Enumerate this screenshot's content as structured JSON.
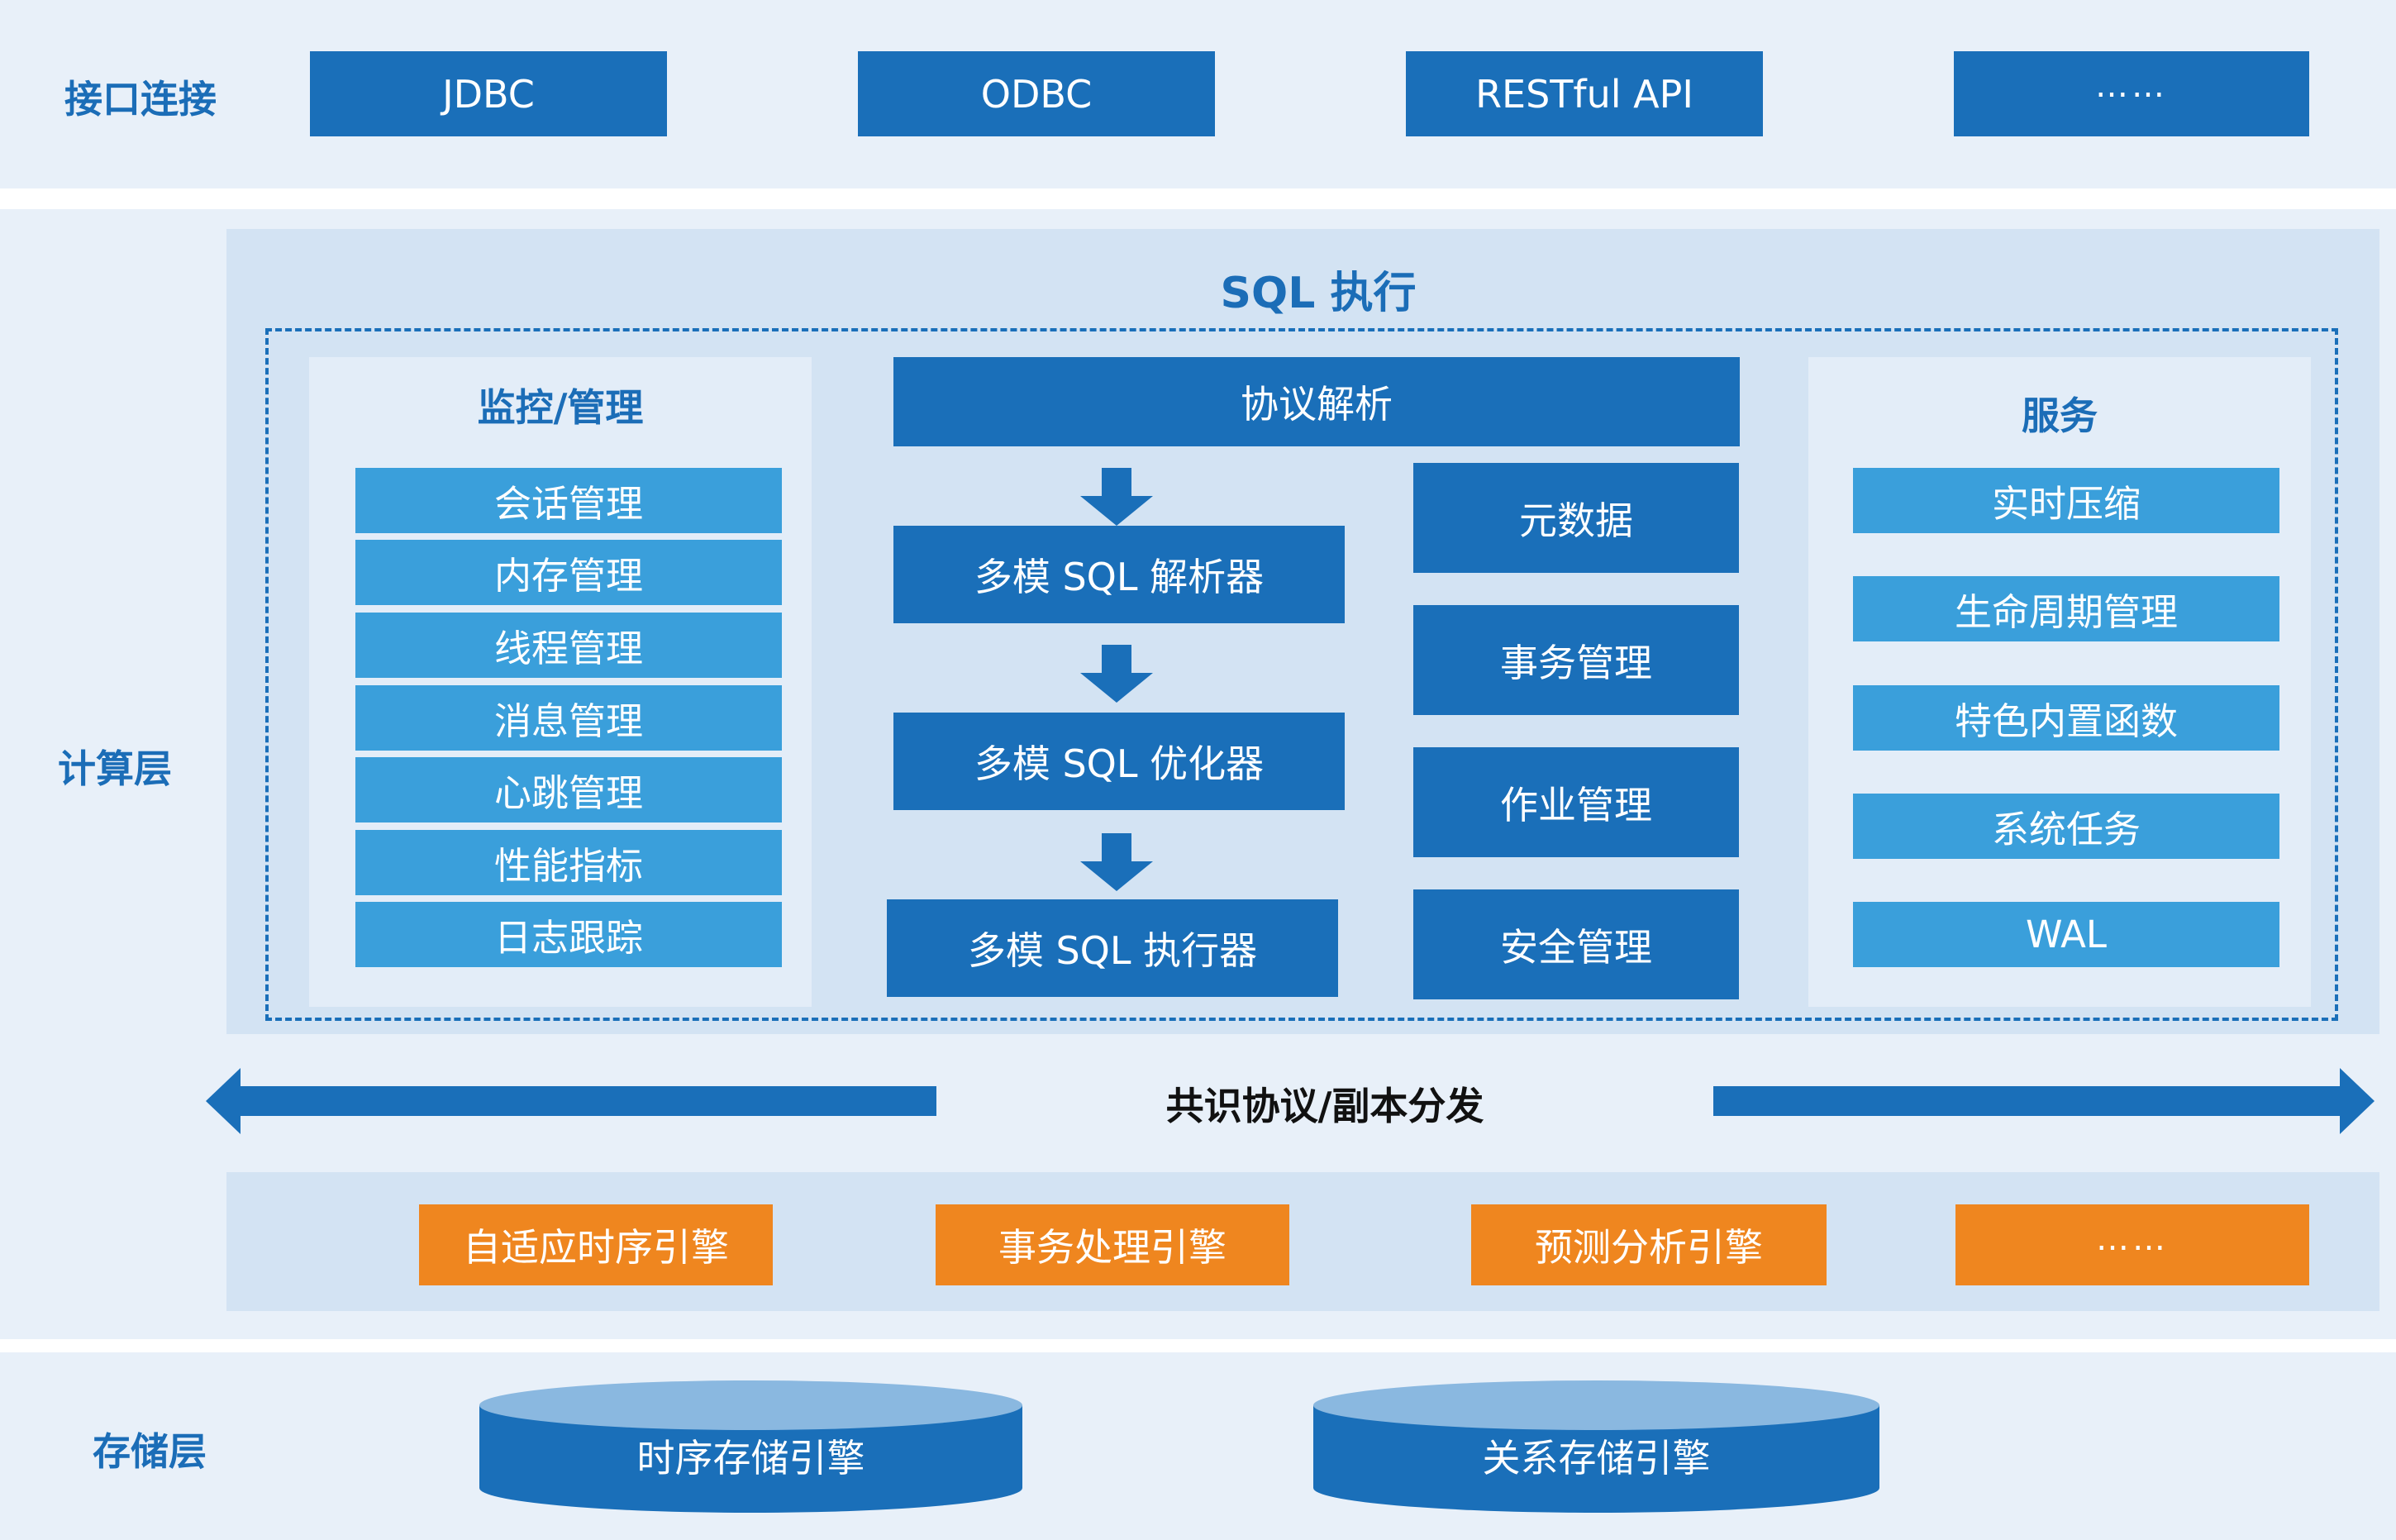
{
  "layers": {
    "interface": "接口连接",
    "compute": "计算层",
    "storage": "存储层"
  },
  "interface_items": [
    "JDBC",
    "ODBC",
    "RESTful API",
    "……"
  ],
  "sql_exec": {
    "title": "SQL 执行",
    "monitor": {
      "title": "监控/管理",
      "items": [
        "会话管理",
        "内存管理",
        "线程管理",
        "消息管理",
        "心跳管理",
        "性能指标",
        "日志跟踪"
      ]
    },
    "protocol_parse": "协议解析",
    "pipeline": [
      "多模 SQL 解析器",
      "多模 SQL 优化器",
      "多模 SQL 执行器"
    ],
    "mid_items": [
      "元数据",
      "事务管理",
      "作业管理",
      "安全管理"
    ],
    "services": {
      "title": "服务",
      "items": [
        "实时压缩",
        "生命周期管理",
        "特色内置函数",
        "系统任务",
        "WAL"
      ]
    }
  },
  "consensus": "共识协议/副本分发",
  "engines": [
    "自适应时序引擎",
    "事务处理引擎",
    "预测分析引擎",
    "……"
  ],
  "storage_engines": [
    "时序存储引擎",
    "关系存储引擎"
  ],
  "colors": {
    "primary_blue": "#1a6fb9",
    "light_blue": "#3a9fdb",
    "orange": "#ef861f",
    "band": "#e8f0f9",
    "panel": "#d3e3f3"
  }
}
